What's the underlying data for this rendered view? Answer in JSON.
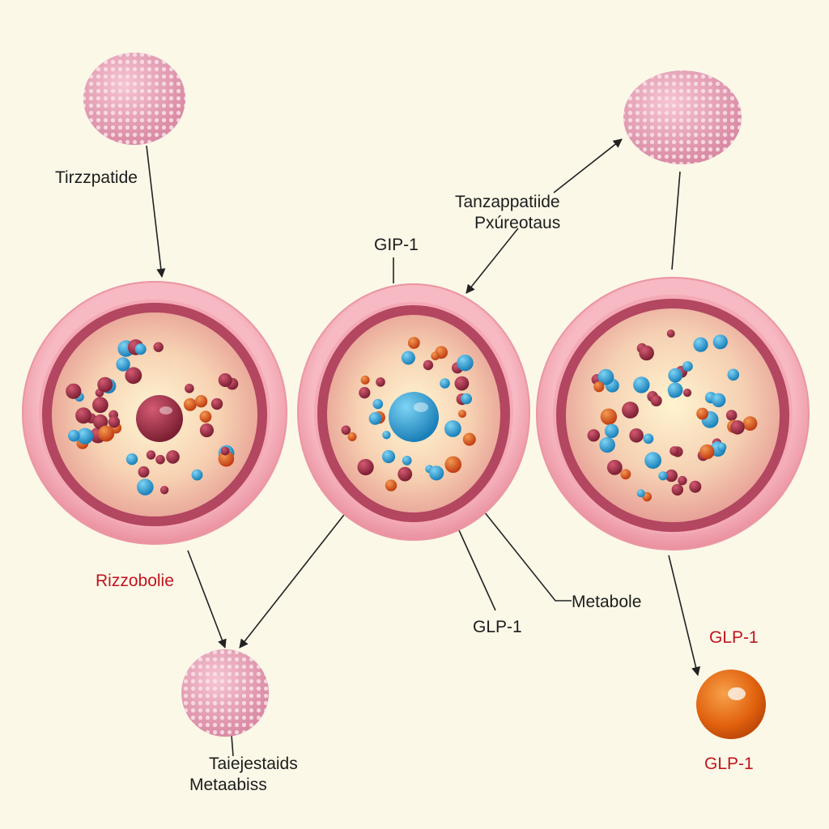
{
  "labels": {
    "tirzepatide": "Tirzzpatide",
    "tanzappatiide_line1": "Tanzappatiide",
    "tanzappatiide_line2": "Pxúreotaus",
    "gip1_top": "GIP-1",
    "rizzobolie": "Rizzobolie",
    "metabole": "Metabole",
    "glp1_center": "GLP-1",
    "glp1_right_upper": "GLP-1",
    "glp1_right_lower": "GLP-1",
    "bottom_line1": "Taiejestaids",
    "bottom_line2": "Metaabiss"
  },
  "colors": {
    "background": "#fbf8e8",
    "cell_membrane": "#f2a6b1",
    "cell_inner_wall": "#b9485f",
    "cytoplasm_center": "#fdf1c8",
    "cytoplasm_edge": "#eaa196",
    "maroon_particle": "#8e2a3f",
    "blue_particle": "#2fa3d7",
    "orange_particle": "#e0501e",
    "pink_vesicle": "#e9a2b8",
    "orange_sphere": "#e66a14",
    "red_label": "#c0151f"
  },
  "icons": {
    "vesicle": "pink-vesicle-icon",
    "orange_sphere": "orange-sphere-icon",
    "nucleus_left": "maroon-nucleus-icon",
    "nucleus_center": "blue-nucleus-icon"
  }
}
